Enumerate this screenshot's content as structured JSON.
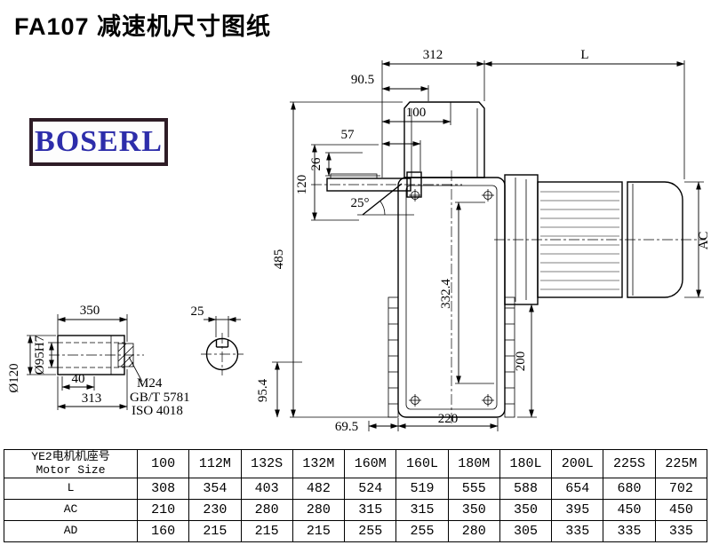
{
  "page": {
    "title": "FA107 减速机尺寸图纸",
    "logo": "BOSERL"
  },
  "drawing": {
    "dims": {
      "d312": "312",
      "L": "L",
      "d90_5": "90.5",
      "d100": "100",
      "d57": "57",
      "d26": "26",
      "d120": "120",
      "a25": "25°",
      "d485": "485",
      "d332_4": "332.4",
      "AC": "AC",
      "d200": "200",
      "d95_4": "95.4",
      "d69_5": "69.5",
      "d220": "220",
      "d350": "350",
      "d25": "25",
      "dia120": "Ø120",
      "dia95h7": "Ø95H7",
      "d40": "40",
      "d313": "313",
      "m24": "M24",
      "gbt5781": "GB/T 5781",
      "iso4018": "ISO 4018"
    }
  },
  "table": {
    "header_cn": "YE2电机机座号",
    "header_en": "Motor Size",
    "columns": [
      "100",
      "112M",
      "132S",
      "132M",
      "160M",
      "160L",
      "180M",
      "180L",
      "200L",
      "225S",
      "225M"
    ],
    "rows": [
      {
        "label": "L",
        "values": [
          "308",
          "354",
          "403",
          "482",
          "524",
          "519",
          "555",
          "588",
          "654",
          "680",
          "702"
        ]
      },
      {
        "label": "AC",
        "values": [
          "210",
          "230",
          "280",
          "280",
          "315",
          "315",
          "350",
          "350",
          "395",
          "450",
          "450"
        ]
      },
      {
        "label": "AD",
        "values": [
          "160",
          "215",
          "215",
          "215",
          "255",
          "255",
          "280",
          "305",
          "335",
          "335",
          "335"
        ]
      }
    ]
  }
}
